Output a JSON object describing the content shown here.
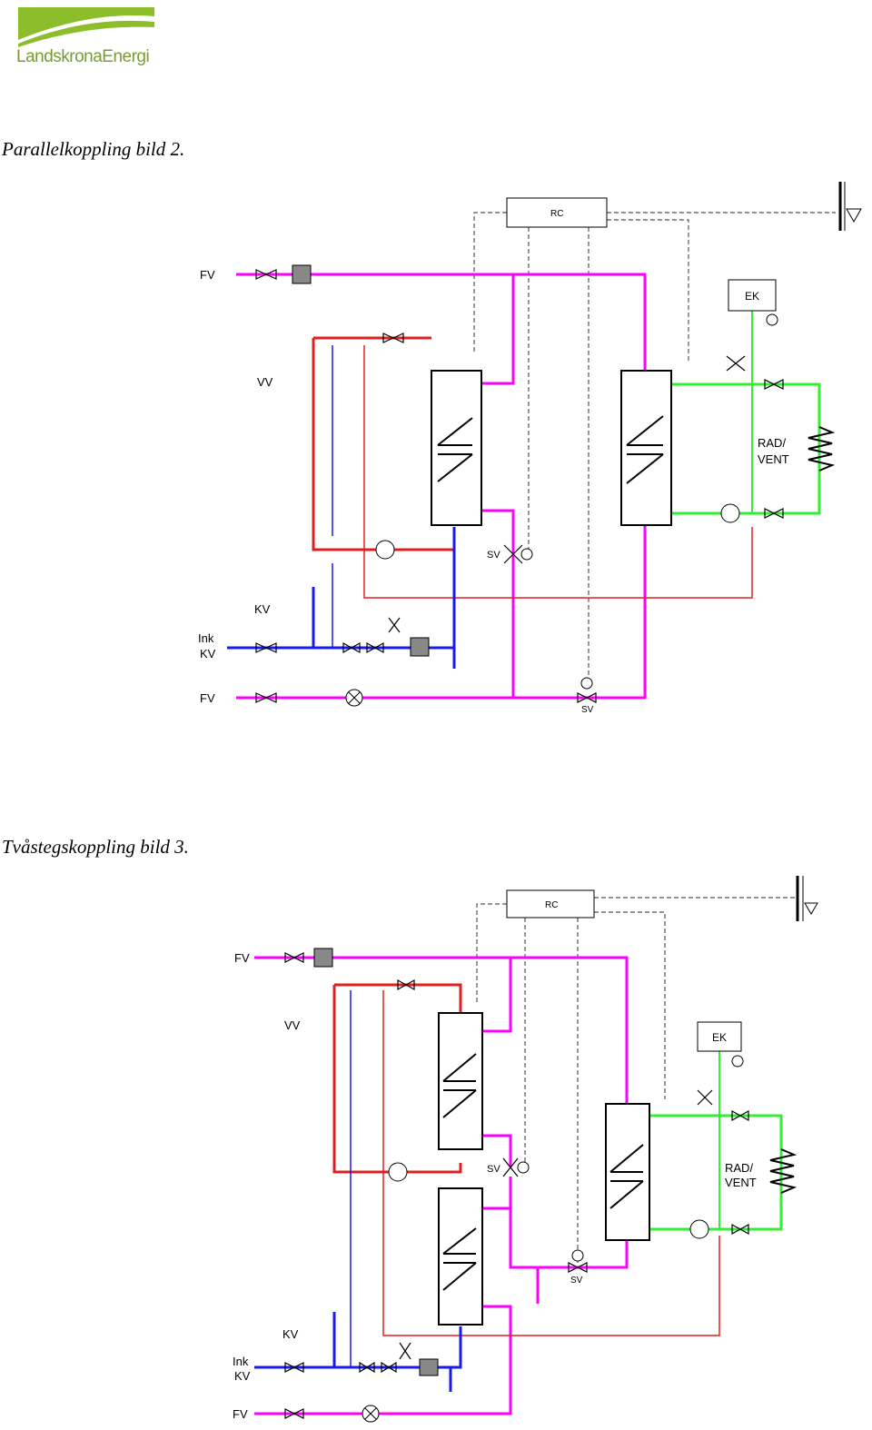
{
  "logo": {
    "text": "LandskronaEnergi"
  },
  "diagram1": {
    "caption": "Parallelkoppling bild 2.",
    "labels": {
      "rc": "RC",
      "ek": "EK",
      "fv_supply": "FV",
      "vv": "VV",
      "kv": "KV",
      "ink": "Ink",
      "ink_kv": "KV",
      "fv_return": "FV",
      "sv1": "SV",
      "sv2": "SV",
      "rad": "RAD/",
      "vent": "VENT"
    }
  },
  "diagram2": {
    "caption": "Tvåstegskoppling bild 3.",
    "labels": {
      "rc": "RC",
      "ek": "EK",
      "fv_supply": "FV",
      "vv": "VV",
      "kv": "KV",
      "ink": "Ink",
      "ink_kv": "KV",
      "fv_return": "FV",
      "sv1": "SV",
      "sv2": "SV",
      "rad": "RAD/",
      "vent": "VENT"
    }
  },
  "colors": {
    "district_heating": "#ff00ff",
    "hot_water": "#e02020",
    "cold_water": "#1a1aee",
    "heating_circuit": "#33ee33",
    "control_line": "#555555"
  }
}
